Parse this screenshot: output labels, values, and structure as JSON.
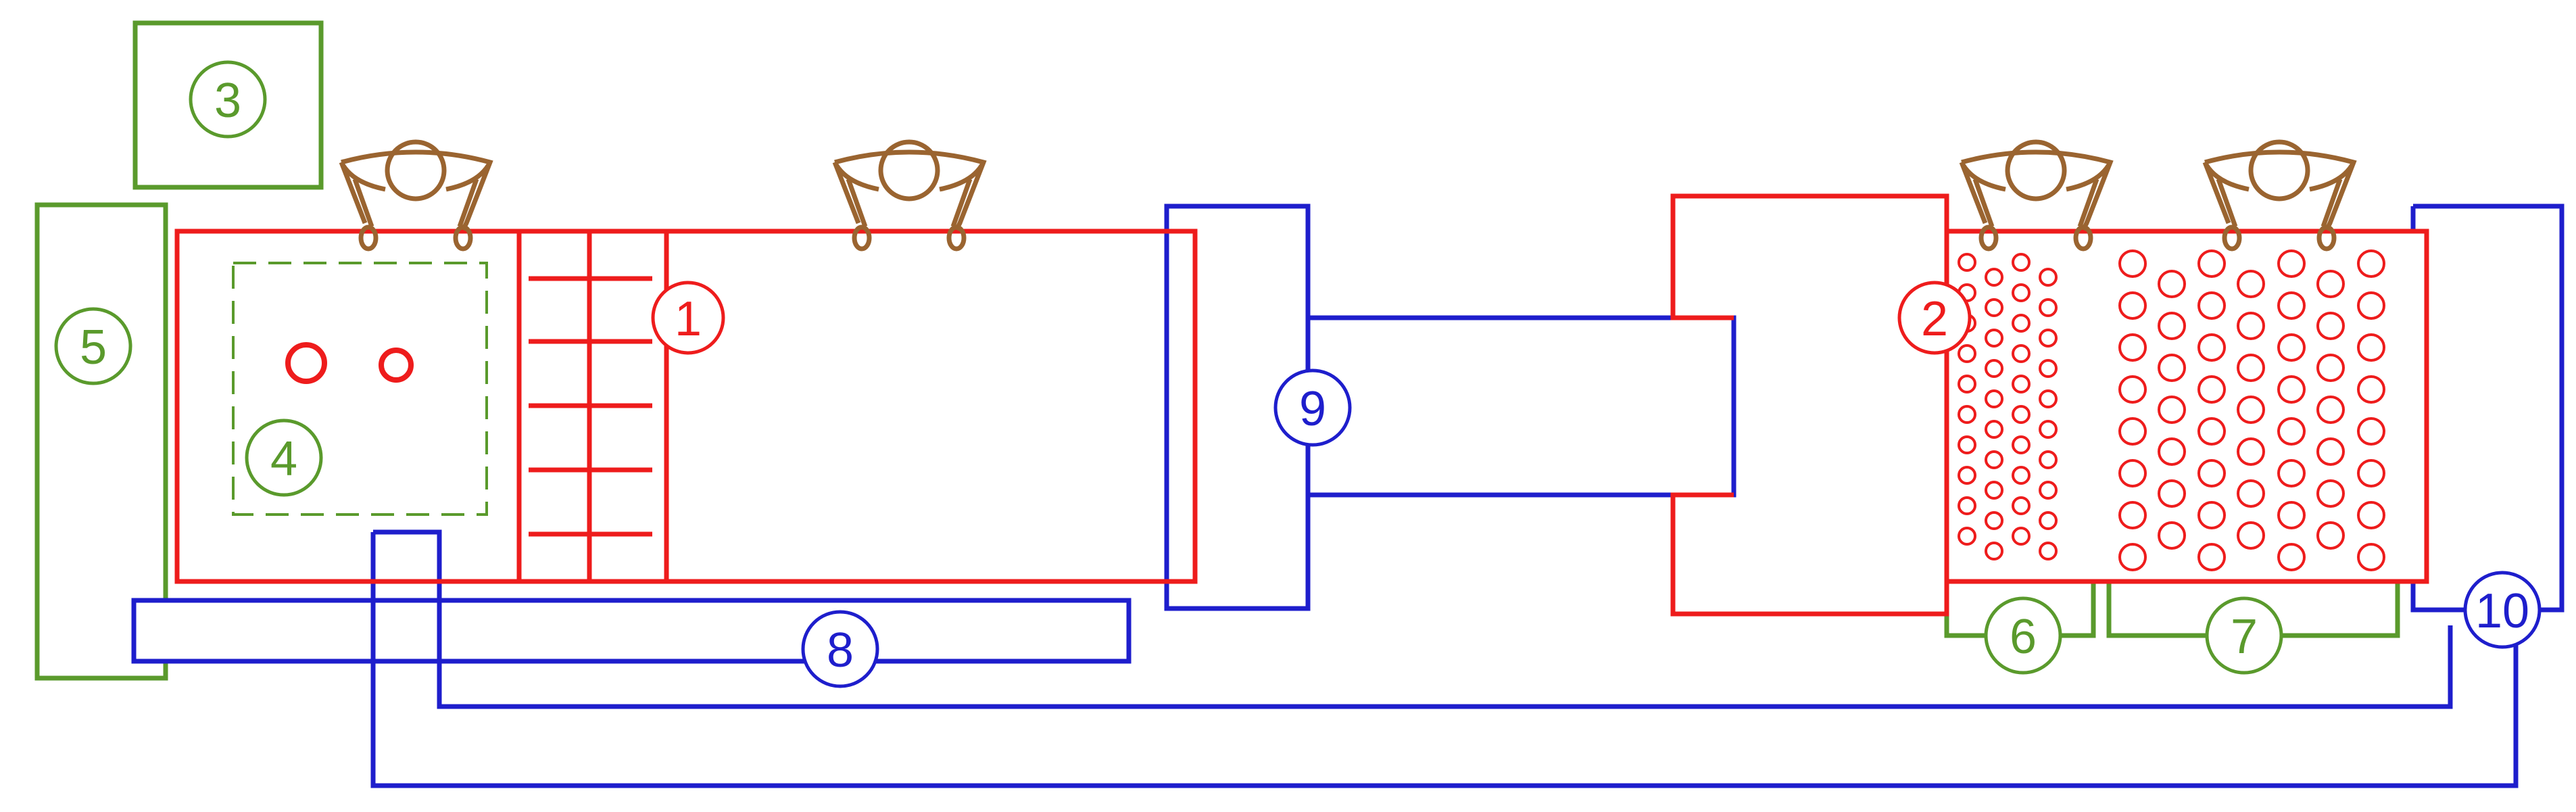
{
  "colors": {
    "red": "#ee1c1c",
    "blue": "#1e1ecc",
    "green": "#5a9a2c",
    "brown": "#9a6430",
    "background": "#ffffff"
  },
  "labels": {
    "l1": "1",
    "l2": "2",
    "l3": "3",
    "l4": "4",
    "l5": "5",
    "l6": "6",
    "l7": "7",
    "l8": "8",
    "l9": "9",
    "l10": "10"
  },
  "icons": {
    "operator": "operator-icon",
    "dot_pattern": "hole-pattern-icon"
  }
}
